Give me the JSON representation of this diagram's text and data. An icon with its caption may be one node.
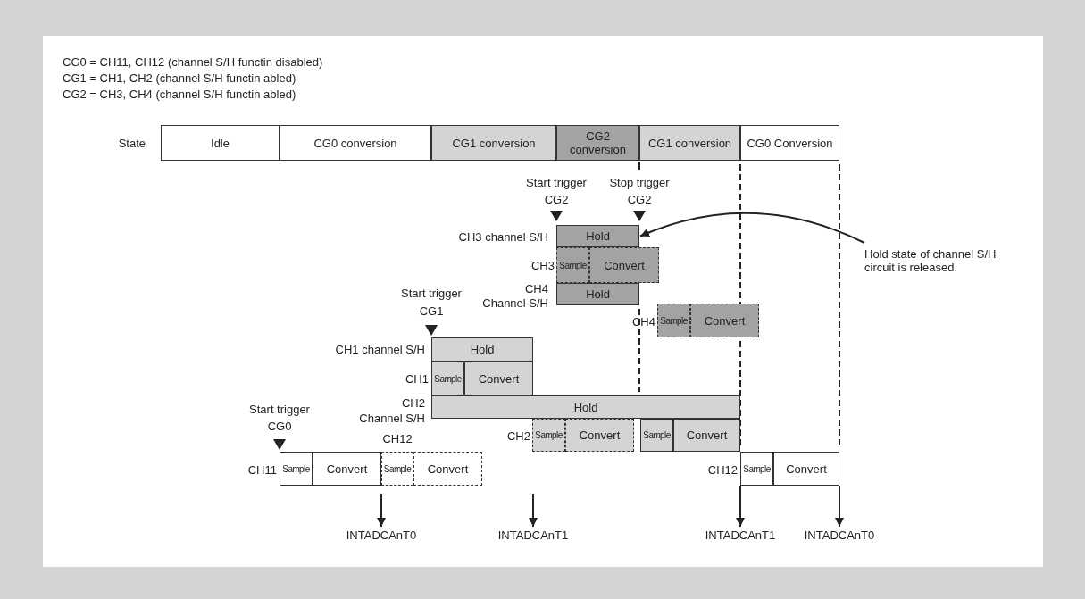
{
  "diagram": {
    "nodes": [
      {
        "text": [
          "Idle"
        ]
      },
      {
        "text": [
          "CG0 conversion"
        ]
      },
      {
        "text": [
          "CG1 conversion"
        ]
      },
      {
        "text": [
          "CG2 conversion"
        ]
      },
      {
        "text": [
          "CG1 conversion"
        ]
      },
      {
        "text": [
          "CG0 Conversion"
        ]
      },
      {
        "text": [
          "Hold"
        ]
      },
      {
        "text": [
          "Sample"
        ]
      },
      {
        "text": [
          "Convert"
        ]
      },
      {
        "text": [
          "Hold"
        ]
      },
      {
        "text": [
          "Sample"
        ]
      },
      {
        "text": [
          "Convert"
        ]
      },
      {
        "text": [
          "Hold"
        ]
      },
      {
        "text": [
          "Sample"
        ]
      },
      {
        "text": [
          "Convert"
        ]
      },
      {
        "text": [
          "Hold"
        ]
      },
      {
        "text": [
          "Sample"
        ]
      },
      {
        "text": [
          "Convert"
        ]
      },
      {
        "text": [
          "Sample"
        ]
      },
      {
        "text": [
          "Convert"
        ]
      },
      {
        "text": [
          "Sample"
        ]
      },
      {
        "text": [
          "Convert"
        ]
      },
      {
        "text": [
          "Sample"
        ]
      },
      {
        "text": [
          "Convert"
        ]
      },
      {
        "text": [
          "Sample"
        ]
      },
      {
        "text": [
          "Convert"
        ]
      },
      {
        "text": [
          "Hold state of channel S/H circuit is released."
        ]
      },
      {
        "text": [
          "INTADCAnT0"
        ]
      },
      {
        "text": [
          "INTADCAnT1"
        ]
      },
      {
        "text": [
          "INTADCAnT1"
        ]
      },
      {
        "text": [
          "INTADCAnT0"
        ]
      }
    ],
    "edges": [
      {
        "from": 26,
        "to": 6,
        "arrow": "to"
      },
      {
        "from": 22,
        "to": 27,
        "arrow": "to"
      },
      {
        "from": null,
        "to": 28,
        "arrow": "to"
      },
      {
        "from": 24,
        "to": 29,
        "arrow": "to"
      },
      {
        "from": 25,
        "to": 30,
        "arrow": "to"
      }
    ],
    "labels": [
      "CG0 = CH11, CH12 (channel S/H functin disabled)",
      "CG1 = CH1, CH2 (channel S/H functin abled)",
      "CG2 = CH3, CH4 (channel S/H functin abled)",
      "State",
      "Start trigger",
      "CG2",
      "Stop trigger",
      "CG2",
      "CH3 channel S/H",
      "CH3",
      "CH4",
      "Channel S/H",
      "CH4",
      "Start trigger",
      "CG1",
      "CH1 channel S/H",
      "CH1",
      "CH2",
      "Channel S/H",
      "CH2",
      "Start trigger",
      "CG0",
      "CH12",
      "CH11",
      "CH12"
    ]
  }
}
